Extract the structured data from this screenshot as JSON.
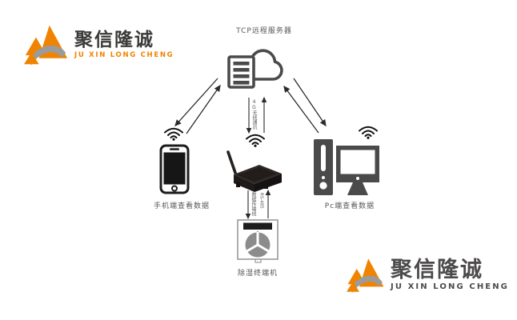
{
  "logo": {
    "chinese": "聚信隆诚",
    "latin": "JU XIN LONG CHENG",
    "colors": {
      "orange": "#F08300",
      "shadow_gray": "#9B9B9B",
      "dark": "#3A3A39",
      "bottom_dark": "#4C4A4A"
    }
  },
  "diagram": {
    "server": {
      "label": "TCP远程服务器"
    },
    "phone": {
      "label": "手机端查看数据"
    },
    "pc": {
      "label": "Pc端查看数据"
    },
    "terminal": {
      "label": "除湿终端机"
    },
    "links": {
      "server_gateway": "4G无线通讯",
      "terminal_left": "数据传输线",
      "terminal_right": "RS-485"
    }
  },
  "colors": {
    "background": "#FFFFFF",
    "icon_dark": "#4A4A4A",
    "device_black": "#1C1C1C",
    "arrow": "#2B2B2B",
    "label_text": "#595757",
    "fan_gray": "#8C8C8C"
  }
}
